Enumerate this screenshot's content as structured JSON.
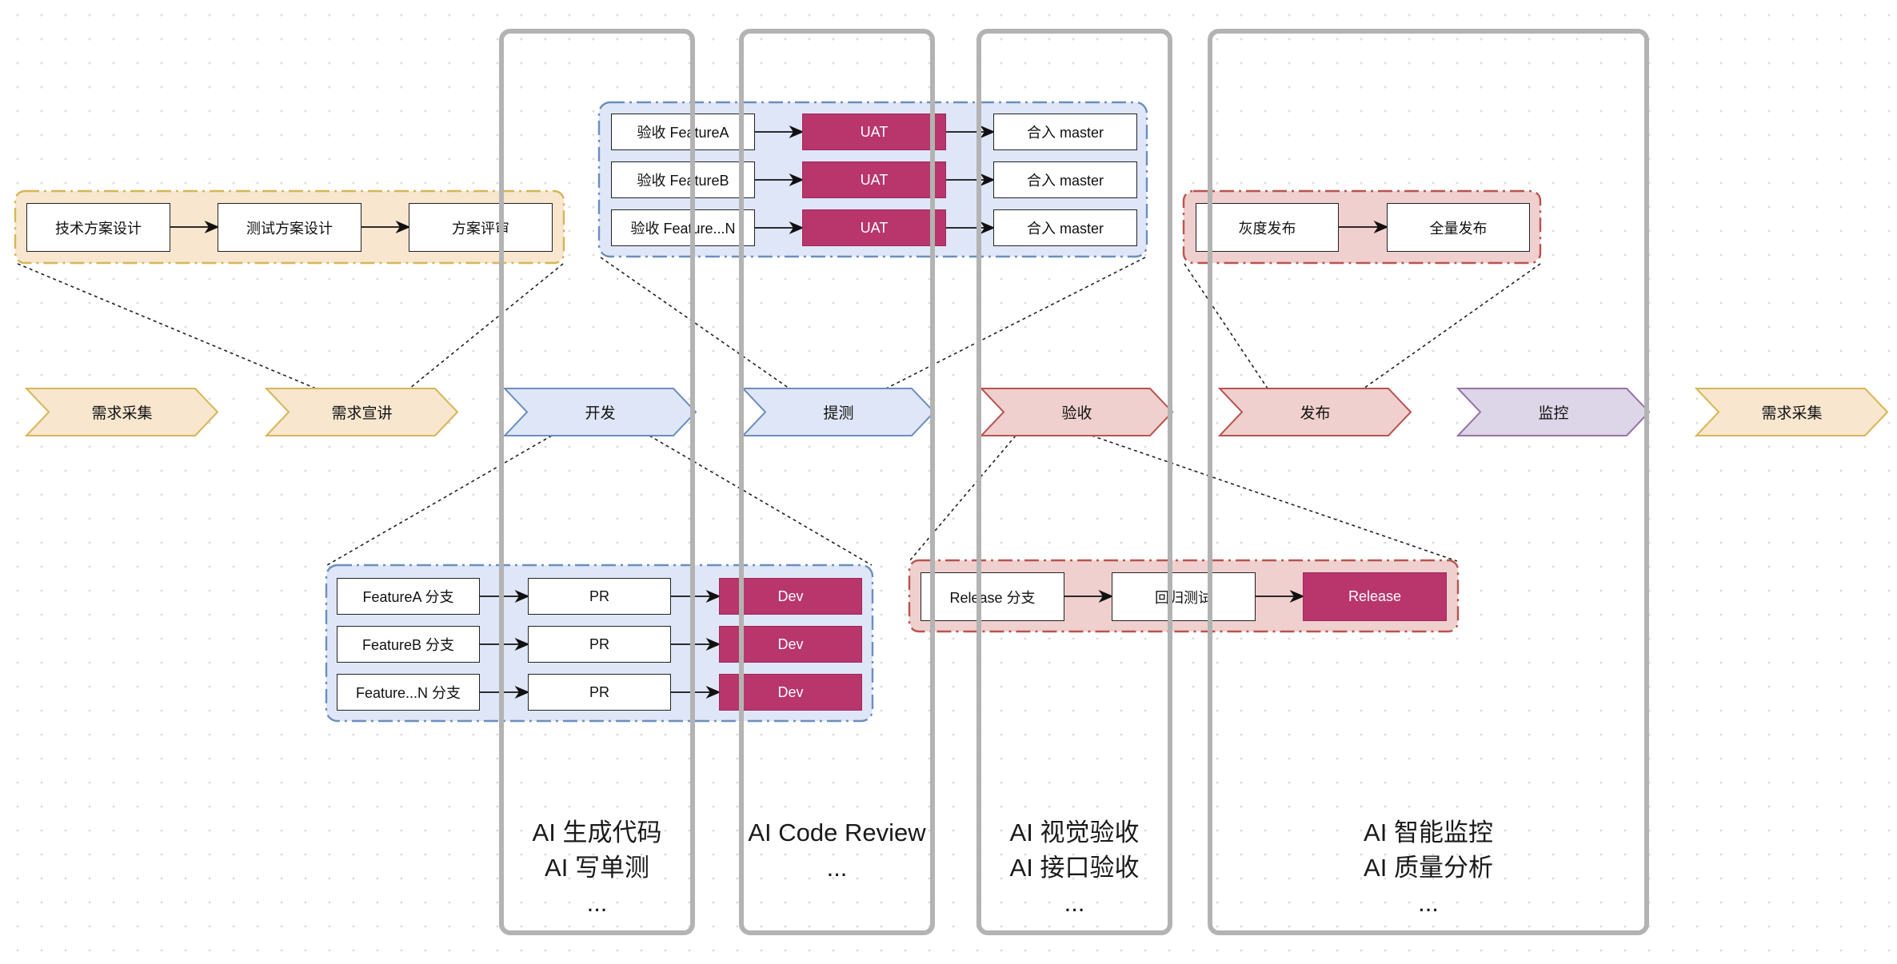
{
  "colors": {
    "orange_fill": "#f8e6cf",
    "orange_stroke": "#d6b656",
    "blue_fill": "#dfe6f7",
    "blue_stroke": "#6c8ebf",
    "red_fill": "#efd0ce",
    "red_stroke": "#b85450",
    "purple_fill": "#ddd5e8",
    "purple_stroke": "#9673a6",
    "magenta": "#b8366c",
    "frame": "#b3b3b3"
  },
  "phases": [
    {
      "label": "需求采集",
      "color": "orange"
    },
    {
      "label": "需求宣讲",
      "color": "orange"
    },
    {
      "label": "开发",
      "color": "blue"
    },
    {
      "label": "提测",
      "color": "blue"
    },
    {
      "label": "验收",
      "color": "red"
    },
    {
      "label": "发布",
      "color": "red"
    },
    {
      "label": "监控",
      "color": "purple"
    },
    {
      "label": "需求采集",
      "color": "orange"
    }
  ],
  "design_group": {
    "steps": [
      "技术方案设计",
      "测试方案设计",
      "方案评审"
    ]
  },
  "acceptance_group": {
    "rows": [
      [
        "验收 FeatureA",
        "UAT",
        "合入 master"
      ],
      [
        "验收 FeatureB",
        "UAT",
        "合入 master"
      ],
      [
        "验收 Feature...N",
        "UAT",
        "合入 master"
      ]
    ]
  },
  "release_group": {
    "steps": [
      "灰度发布",
      "全量发布"
    ]
  },
  "dev_group": {
    "rows": [
      [
        "FeatureA 分支",
        "PR",
        "Dev"
      ],
      [
        "FeatureB 分支",
        "PR",
        "Dev"
      ],
      [
        "Feature...N 分支",
        "PR",
        "Dev"
      ]
    ]
  },
  "regression_group": {
    "steps": [
      "Release 分支",
      "回归测试",
      "Release"
    ]
  },
  "ai_frames": [
    {
      "lines": [
        "AI 生成代码",
        "AI 写单测",
        "..."
      ]
    },
    {
      "lines": [
        "AI Code Review",
        "..."
      ]
    },
    {
      "lines": [
        "AI 视觉验收",
        "AI 接口验收",
        "..."
      ]
    },
    {
      "lines": [
        "AI 智能监控",
        "AI 质量分析",
        "..."
      ]
    }
  ]
}
